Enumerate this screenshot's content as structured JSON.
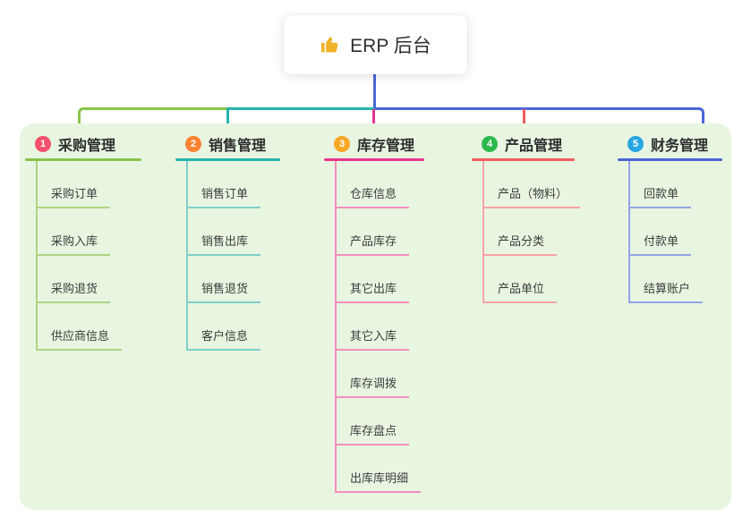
{
  "root_node": {
    "label": "ERP 后台",
    "icon": "thumbs-up",
    "icon_color": "#f0b327",
    "line_color": "#4a67d6"
  },
  "panel": {
    "bg_color": "#e8f5e1"
  },
  "branches": [
    {
      "num": "1",
      "label": "采购管理",
      "badge_color": "#f4516c",
      "line_color": "#8bc34a",
      "light_color": "#aed581",
      "items": [
        "采购订单",
        "采购入库",
        "采购退货",
        "供应商信息"
      ]
    },
    {
      "num": "2",
      "label": "销售管理",
      "badge_color": "#fa8231",
      "line_color": "#26b5ab",
      "light_color": "#7fd1ca",
      "items": [
        "销售订单",
        "销售出库",
        "销售退货",
        "客户信息"
      ]
    },
    {
      "num": "3",
      "label": "库存管理",
      "badge_color": "#f9a825",
      "line_color": "#e8368f",
      "light_color": "#f48fbe",
      "items": [
        "仓库信息",
        "产品库存",
        "其它出库",
        "其它入库",
        "库存调拨",
        "库存盘点",
        "出库库明细"
      ]
    },
    {
      "num": "4",
      "label": "产品管理",
      "badge_color": "#2db84b",
      "line_color": "#f25c5c",
      "light_color": "#f7a3a3",
      "items": [
        "产品（物料）",
        "产品分类",
        "产品单位"
      ]
    },
    {
      "num": "5",
      "label": "财务管理",
      "badge_color": "#29a7e3",
      "line_color": "#4a67d6",
      "light_color": "#93a5e5",
      "items": [
        "回款单",
        "付款单",
        "结算账户"
      ]
    }
  ]
}
